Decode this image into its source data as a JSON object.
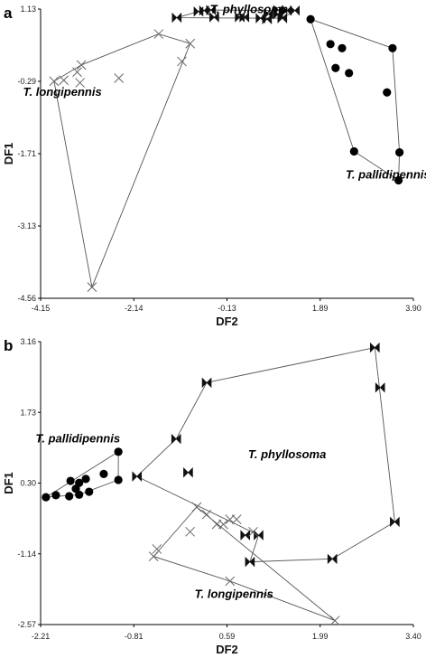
{
  "chart_data": [
    {
      "type": "scatter",
      "panel_label": "a",
      "xlabel": "DF2",
      "ylabel": "DF1",
      "xlim": [
        -4.15,
        3.9
      ],
      "ylim": [
        -4.56,
        1.13
      ],
      "xticks": [
        "-4.15",
        "-2.14",
        "-0.13",
        "1.89",
        "3.90"
      ],
      "yticks": [
        "1.13",
        "-0.29",
        "-1.71",
        "-3.13",
        "-4.56"
      ],
      "grid": false,
      "marker_colors": {
        "cross": "#666666",
        "bowtie": "#111111",
        "dot": "#000000"
      },
      "series": [
        {
          "name": "T. phyllosoma",
          "marker": "bowtie",
          "label": {
            "x": 0.35,
            "y": 1.05
          },
          "points": [
            [
              -0.74,
              1.08
            ],
            [
              -0.62,
              1.1
            ],
            [
              -0.47,
              1.11
            ],
            [
              0.98,
              1.11
            ],
            [
              1.17,
              1.1
            ],
            [
              1.34,
              1.1
            ],
            [
              0.77,
              1.03
            ],
            [
              0.98,
              1.03
            ],
            [
              -1.21,
              0.96
            ],
            [
              -0.4,
              0.97
            ],
            [
              0.15,
              0.97
            ],
            [
              0.25,
              0.97
            ],
            [
              0.6,
              0.95
            ],
            [
              0.74,
              0.93
            ],
            [
              1.07,
              0.95
            ]
          ],
          "hull": [
            [
              -0.74,
              1.08
            ],
            [
              -0.47,
              1.11
            ],
            [
              1.17,
              1.1
            ],
            [
              1.34,
              1.1
            ],
            [
              1.07,
              0.95
            ],
            [
              0.6,
              0.95
            ],
            [
              -1.21,
              0.96
            ],
            [
              -0.74,
              1.08
            ]
          ]
        },
        {
          "name": "T. longipennis",
          "marker": "cross",
          "label": {
            "x": -3.68,
            "y": -0.58
          },
          "points": [
            [
              -3.86,
              -0.29
            ],
            [
              -3.65,
              -0.27
            ],
            [
              -3.36,
              -0.11
            ],
            [
              -3.27,
              0.03
            ],
            [
              -3.3,
              -0.32
            ],
            [
              -2.46,
              -0.23
            ],
            [
              -1.6,
              0.64
            ],
            [
              -0.92,
              0.45
            ],
            [
              -1.1,
              0.1
            ],
            [
              -3.04,
              -4.34
            ]
          ],
          "hull": [
            [
              -3.86,
              -0.29
            ],
            [
              -3.27,
              0.03
            ],
            [
              -1.6,
              0.64
            ],
            [
              -0.92,
              0.45
            ],
            [
              -3.04,
              -4.34
            ],
            [
              -3.86,
              -0.29
            ]
          ]
        },
        {
          "name": "T. pallidipennis",
          "marker": "dot",
          "label": {
            "x": 3.35,
            "y": -2.2
          },
          "points": [
            [
              1.68,
              0.93
            ],
            [
              2.11,
              0.44
            ],
            [
              2.36,
              0.36
            ],
            [
              2.22,
              -0.03
            ],
            [
              2.51,
              -0.13
            ],
            [
              3.45,
              0.36
            ],
            [
              3.33,
              -0.51
            ],
            [
              2.62,
              -1.67
            ],
            [
              3.6,
              -1.69
            ],
            [
              3.58,
              -2.24
            ]
          ],
          "hull": [
            [
              1.68,
              0.93
            ],
            [
              3.45,
              0.36
            ],
            [
              3.6,
              -1.69
            ],
            [
              3.58,
              -2.24
            ],
            [
              2.62,
              -1.67
            ],
            [
              1.68,
              0.93
            ]
          ]
        }
      ]
    },
    {
      "type": "scatter",
      "panel_label": "b",
      "xlabel": "DF2",
      "ylabel": "DF1",
      "xlim": [
        -2.21,
        3.4
      ],
      "ylim": [
        -2.57,
        3.16
      ],
      "xticks": [
        "-2.21",
        "-0.81",
        "0.59",
        "1.99",
        "3.40"
      ],
      "yticks": [
        "3.16",
        "1.73",
        "0.30",
        "-1.14",
        "-2.57"
      ],
      "grid": false,
      "marker_colors": {
        "cross": "#666666",
        "bowtie": "#111111",
        "dot": "#000000"
      },
      "series": [
        {
          "name": "T. pallidipennis",
          "marker": "dot",
          "label": {
            "x": -1.65,
            "y": 1.12
          },
          "points": [
            [
              -2.13,
              0.01
            ],
            [
              -1.98,
              0.05
            ],
            [
              -1.78,
              0.03
            ],
            [
              -1.63,
              0.06
            ],
            [
              -1.68,
              0.18
            ],
            [
              -1.63,
              0.3
            ],
            [
              -1.53,
              0.38
            ],
            [
              -1.48,
              0.12
            ],
            [
              -1.26,
              0.48
            ],
            [
              -1.04,
              0.93
            ],
            [
              -1.04,
              0.36
            ],
            [
              -1.76,
              0.34
            ]
          ],
          "hull": [
            [
              -2.13,
              0.01
            ],
            [
              -1.63,
              0.06
            ],
            [
              -1.04,
              0.36
            ],
            [
              -1.04,
              0.93
            ],
            [
              -2.13,
              0.01
            ]
          ]
        },
        {
          "name": "T. phyllosoma",
          "marker": "bowtie",
          "label": {
            "x": 1.5,
            "y": 0.8
          },
          "points": [
            [
              2.82,
              3.04
            ],
            [
              2.9,
              2.23
            ],
            [
              3.12,
              -0.49
            ],
            [
              2.18,
              -1.24
            ],
            [
              0.94,
              -1.3
            ],
            [
              -0.76,
              0.43
            ],
            [
              -0.17,
              1.19
            ],
            [
              0.29,
              2.33
            ],
            [
              0.01,
              0.51
            ],
            [
              0.87,
              -0.76
            ],
            [
              1.07,
              -0.76
            ]
          ],
          "hull": [
            [
              -0.76,
              0.43
            ],
            [
              -0.17,
              1.19
            ],
            [
              0.29,
              2.33
            ],
            [
              2.82,
              3.04
            ],
            [
              3.12,
              -0.49
            ],
            [
              2.18,
              -1.24
            ],
            [
              0.94,
              -1.3
            ],
            [
              1.07,
              -0.76
            ],
            [
              -0.76,
              0.43
            ]
          ]
        },
        {
          "name": "T. longipennis",
          "marker": "cross",
          "label": {
            "x": 0.7,
            "y": -2.03
          },
          "points": [
            [
              0.14,
              -0.19
            ],
            [
              0.29,
              -0.34
            ],
            [
              0.44,
              -0.54
            ],
            [
              0.54,
              -0.54
            ],
            [
              0.64,
              -0.44
            ],
            [
              0.74,
              -0.44
            ],
            [
              0.04,
              -0.69
            ],
            [
              0.99,
              -0.69
            ],
            [
              -0.46,
              -1.04
            ],
            [
              -0.51,
              -1.19
            ],
            [
              0.64,
              -1.69
            ],
            [
              2.22,
              -2.49
            ]
          ],
          "hull": [
            [
              0.14,
              -0.19
            ],
            [
              2.22,
              -2.49
            ],
            [
              0.64,
              -1.69
            ],
            [
              -0.51,
              -1.19
            ],
            [
              0.14,
              -0.19
            ]
          ]
        }
      ]
    }
  ]
}
